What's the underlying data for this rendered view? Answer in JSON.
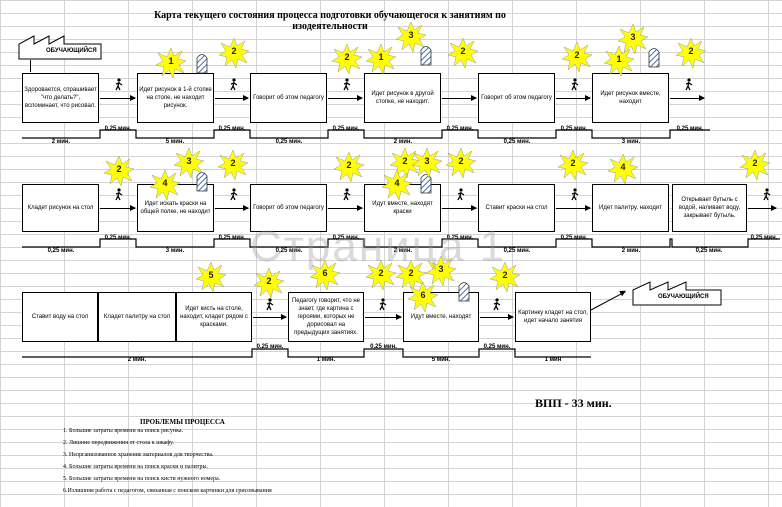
{
  "title": "Карта текущего состояния процесса подготовки обучающегося к занятиям по изодеятельности",
  "student_start": "ОБУЧАЮЩИЙСЯ",
  "student_end": "ОБУЧАЮЩИЙСЯ",
  "watermark": "Страница 1",
  "total": "ВПП - 33 мин.",
  "problems_title": "ПРОБЛЕМЫ ПРОЦЕССА",
  "problems": [
    "1. Большие затраты времени на поиск рисунка.",
    "2. Лишние передвижения от стола к шкафу.",
    "3. Неорганизованное хранение материалов для творчества.",
    "4. Большие затраты времени на поиск краски и палитры.",
    "5. Большие затраты времени на поиск кисти нужного номера.",
    "6.Излишняя работа с педагогом, связанная с поиском картинки для срисовывания"
  ],
  "row1": {
    "boxes": [
      "Здоровается, спрашивает \"что делать?\", вспоминает, что рисовал.",
      "Идет рисунок в 1-й стопке на столе, не находит рисунок.",
      "Говорит об этом педагогу",
      "Идет рисунок в другой стопке, не находит.",
      "Говорит об этом педагогу",
      "Идет рисунок вместе, находит"
    ],
    "times": [
      "2 мин.",
      "0,25 мин.",
      "5 мин.",
      "0,25 мин.",
      "0,25 мин.",
      "0,25 мин.",
      "2 мин.",
      "0,25 мин.",
      "0,25 мин.",
      "0,25 мин.",
      "3 мин.",
      "0,25 мин."
    ],
    "stars": [
      "1",
      "2",
      "2",
      "1",
      "3",
      "2",
      "2",
      "1",
      "3",
      "2"
    ]
  },
  "row2": {
    "boxes": [
      "Кладет рисунок на стол",
      "Идет искать краски на общей полке, не находит",
      "Говорит об этом педагогу",
      "Идут вместе, находят краски",
      "Ставит краски на стол",
      "Идет палитру, находит",
      "Открывает бутыль с водой, наливает воду, закрывает бутыль."
    ],
    "times": [
      "0,25 мин.",
      "0,25 мин.",
      "3 мин.",
      "0,25 мин.",
      "0,25 мин.",
      "0,25 мин.",
      "2 мин.",
      "0,25 мин.",
      "0,25 мин.",
      "0,25 мин.",
      "2 мин.",
      "0,25 мин.",
      "0,25 мин."
    ],
    "stars": [
      "2",
      "4",
      "3",
      "2",
      "2",
      "2",
      "4",
      "3",
      "2",
      "2",
      "4",
      "2"
    ]
  },
  "row3": {
    "boxes": [
      "Ставит воду на стол",
      "Кладет палитру на стол",
      "Идет кисть на столе, находит, кладет рядом с красками.",
      "Педагогу говорит, что не знает, где картина с героями, которых не дорисовал на предыдущих занятиях.",
      "Идут вместе, находят",
      "Картинку кладет на стол, идет начало занятия"
    ],
    "times": [
      "2 мин.",
      "0,25 мин.",
      "1 мин.",
      "0,25 мин.",
      "5 мин.",
      "0,25 мин.",
      "1 мин"
    ],
    "stars": [
      "5",
      "2",
      "6",
      "2",
      "2",
      "6",
      "3",
      "2"
    ]
  }
}
